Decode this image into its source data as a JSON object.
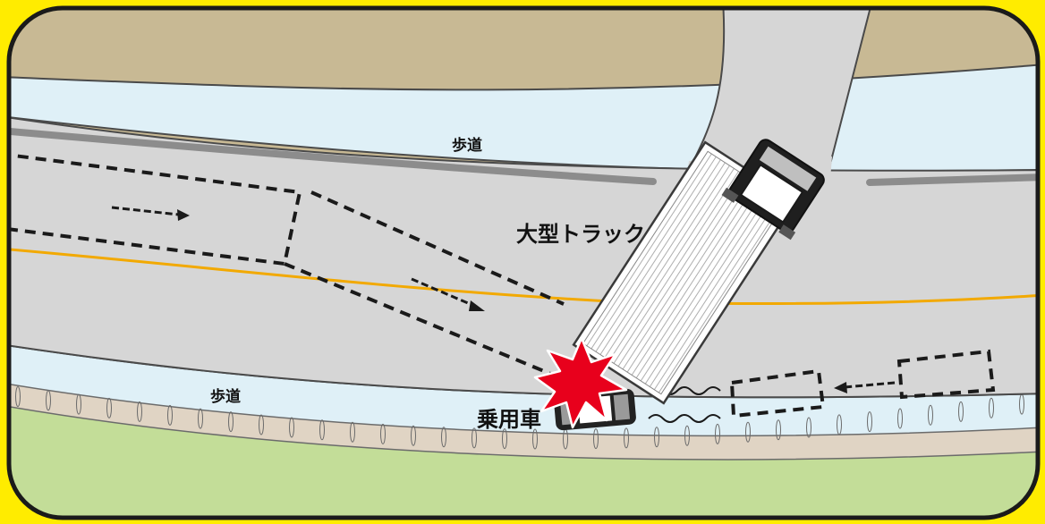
{
  "labels": {
    "truck": "大型トラック",
    "car": "乗用車",
    "sidewalk_top": "歩道",
    "sidewalk_bottom": "歩道"
  },
  "colors": {
    "frame_background": "#ffec00",
    "border": "#1a1a1a",
    "field_top": "#c8b994",
    "field_bottom": "#c3dd98",
    "sidewalk": "#dff0f7",
    "road": "#d6d6d6",
    "center_line": "#f2a900",
    "curb": "#e0d4c4",
    "impact": "#e8001c",
    "car": "#222222",
    "truck_cargo": "#ffffff"
  }
}
